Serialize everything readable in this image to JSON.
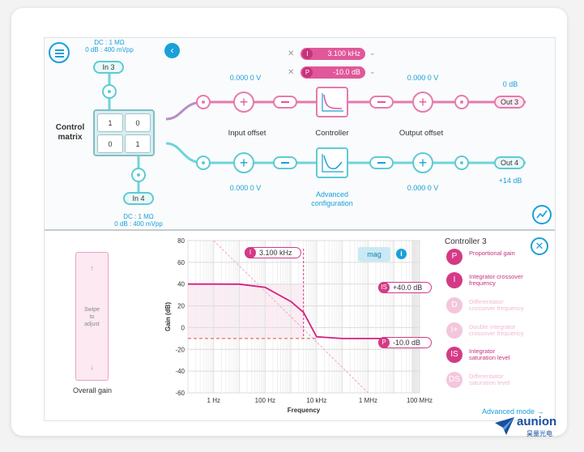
{
  "top": {
    "in3": {
      "label": "In 3",
      "dc": "DC : 1 MΩ",
      "range": "0 dB : 400 mVpp"
    },
    "in4": {
      "label": "In 4",
      "dc": "DC : 1 MΩ",
      "range": "0 dB : 400 mVpp"
    },
    "control_matrix": {
      "title_line1": "Control",
      "title_line2": "matrix",
      "cells": [
        "1",
        "0",
        "0",
        "1"
      ]
    },
    "params": [
      {
        "key": "I",
        "value": "3.100 kHz"
      },
      {
        "key": "P",
        "value": "-10.0 dB"
      }
    ],
    "path1": {
      "input_offset": "0.000 0 V",
      "output_offset": "0.000 0 V",
      "out_gain": "0 dB",
      "out_label": "Out 3"
    },
    "path2": {
      "input_offset": "0.000 0 V",
      "output_offset": "0.000 0 V",
      "out_gain": "+14 dB",
      "out_label": "Out 4"
    },
    "labels": {
      "input_offset": "Input offset",
      "controller": "Controller",
      "output_offset": "Output offset",
      "advanced_line1": "Advanced",
      "advanced_line2": "configuration"
    }
  },
  "bottom": {
    "gain_widget": {
      "up": "↑",
      "down": "↓",
      "hint_line1": "Swipe",
      "hint_line2": "to",
      "hint_line3": "adjust",
      "label": "Overall gain"
    },
    "plot_buttons": {
      "mag": "mag"
    },
    "markers": [
      {
        "key": "I",
        "value": "3.100 kHz"
      },
      {
        "key": "IS",
        "value": "+40.0 dB"
      },
      {
        "key": "P",
        "value": "-10.0 dB"
      }
    ],
    "controller_title": "Controller 3",
    "legend": [
      {
        "key": "P",
        "line1": "Proportional gain",
        "line2": "",
        "active": true
      },
      {
        "key": "I",
        "line1": "Integrator crossover",
        "line2": "frequency",
        "active": true
      },
      {
        "key": "D",
        "line1": "Differentiator",
        "line2": "crossover frequency",
        "active": false
      },
      {
        "key": "I+",
        "line1": "Double integrator",
        "line2": "crossover frequency",
        "active": false
      },
      {
        "key": "IS",
        "line1": "Integrator",
        "line2": "saturation level",
        "active": true
      },
      {
        "key": "DS",
        "line1": "Differentiator",
        "line2": "saturation level",
        "active": false
      }
    ],
    "advanced_mode": "Advanced mode →"
  },
  "logo": {
    "name": "aunion",
    "subtitle": "昊量光电"
  },
  "chart_data": {
    "type": "line",
    "title": "",
    "xlabel": "Frequency",
    "ylabel": "Gain (dB)",
    "xscale": "log",
    "xlim": [
      0.1,
      100000000
    ],
    "ylim": [
      -60,
      80
    ],
    "x_ticks": [
      "1 Hz",
      "100 Hz",
      "10 kHz",
      "1 MHz",
      "100 MHz"
    ],
    "y_ticks": [
      "80",
      "60",
      "40",
      "20",
      "0",
      "-20",
      "-40",
      "-60"
    ],
    "series": [
      {
        "x": [
          0.1,
          1,
          10,
          100,
          1000,
          3100,
          10000,
          100000,
          1000000,
          100000000
        ],
        "values": [
          40,
          40,
          39.9,
          37,
          24,
          14,
          -8.5,
          -10,
          -10,
          -10
        ]
      }
    ],
    "grid": true,
    "colors": {
      "line": "#d61f7c",
      "marker": "#d43a86",
      "accent": "#1aa0d8",
      "teal": "#5ccbd4"
    }
  }
}
